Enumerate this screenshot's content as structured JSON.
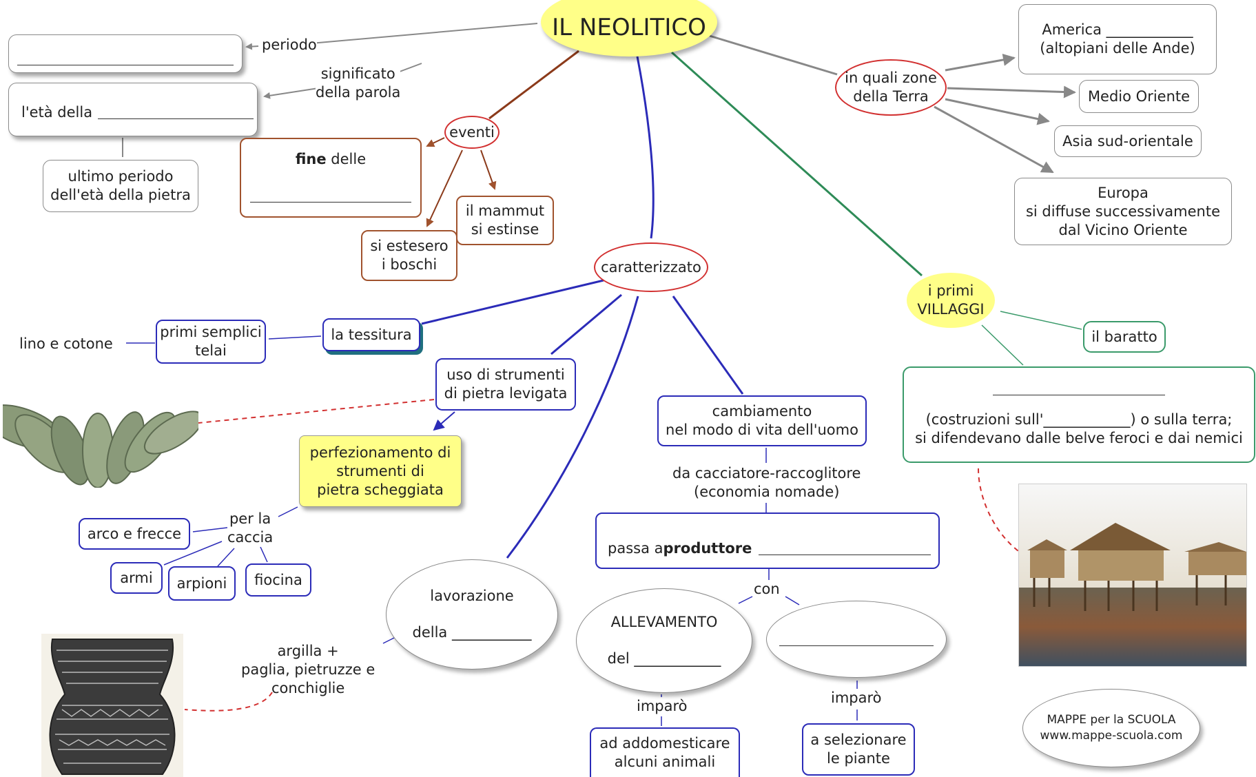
{
  "title": "IL NEOLITICO",
  "labels": {
    "periodo": "periodo",
    "significato": "significato\ndella parola",
    "eventi": "eventi",
    "zone": "in quali zone\ndella Terra",
    "caratterizzato": "caratterizzato",
    "villaggi": "i primi\nVILLAGGI",
    "lino": "lino e cotone",
    "per_caccia": "per la\ncaccia",
    "argilla": "argilla +\npaglia, pietruzze e\nconchiglie",
    "da_cacciatore": "da cacciatore-raccoglitore\n(economia nomade)",
    "con": "con",
    "imparo1": "imparò",
    "imparo2": "imparò"
  },
  "nodes": {
    "eta_prefix": "l'età della",
    "ultimo": "ultimo periodo\ndell'età della pietra",
    "fine_bold": "fine",
    "fine_rest": " delle",
    "mammut": "il mammut\nsi estinse",
    "boschi": "si estesero\ni boschi",
    "america": "America ____________\n(altopiani delle Ande)",
    "medio": "Medio Oriente",
    "asia": "Asia sud-orientale",
    "europa": "Europa\nsi diffuse successivamente\ndal Vicino Oriente",
    "baratto": "il baratto",
    "villaggi_desc": "(costruzioni sull'____________) o sulla terra;\nsi difendevano dalle belve feroci e dai nemici",
    "telai": "primi semplici\ntelai",
    "tessitura": "la tessitura",
    "strumenti": "uso di strumenti\ndi pietra levigata",
    "perfezionamento": "perfezionamento di\nstrumenti di\npietra scheggiata",
    "arco": "arco e frecce",
    "armi": "armi",
    "arpioni": "arpioni",
    "fiocina": "fiocina",
    "cambiamento": "cambiamento\nnel modo di vita dell'uomo",
    "passa_prefix": "passa a ",
    "passa_bold": "produttore",
    "lavorazione": "lavorazione",
    "della": "della ___________",
    "allevamento": "ALLEVAMENTO",
    "del": "del ____________",
    "addomesticare": "ad addomesticare\nalcuni animali",
    "selezionare": "a selezionare\nle piante"
  },
  "credit": {
    "line1": "MAPPE per la SCUOLA",
    "line2": "www.mappe-scuola.com"
  },
  "colors": {
    "title_fill": "#ffff88",
    "blue": "#2b2bb8",
    "brown": "#a0522d",
    "green": "#3a9a6a",
    "red": "#d23030",
    "gray": "#8a8a8a"
  }
}
